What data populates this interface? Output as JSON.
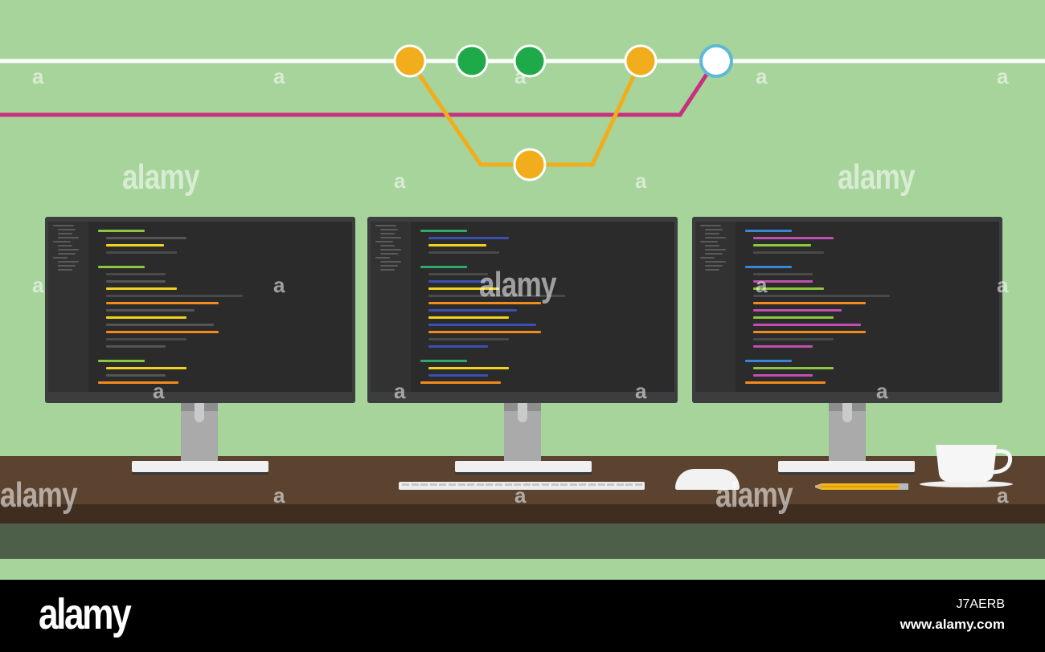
{
  "watermarks": {
    "brand": "alamy",
    "small": "a"
  },
  "footer": {
    "logo": "alamy",
    "image_id": "J7AERB",
    "url": "www.alamy.com"
  },
  "colors": {
    "background": "#a6d49b",
    "main_branch": "#ffffff",
    "feature_branch": "#c8307f",
    "merge_branch": "#f2ad1c",
    "commit_yellow": "#f2ad1c",
    "commit_green": "#1faa4a",
    "commit_head": "#ffffff",
    "head_ring": "#5fb8d6",
    "desk": "#5b4330",
    "screen": "#2b2b2b"
  },
  "commits": [
    {
      "branch": "main",
      "color": "yellow"
    },
    {
      "branch": "main",
      "color": "green"
    },
    {
      "branch": "main",
      "color": "green"
    },
    {
      "branch": "main",
      "color": "yellow"
    },
    {
      "branch": "main",
      "color": "head"
    },
    {
      "branch": "merge",
      "color": "yellow"
    }
  ],
  "icons": [
    "git-branch-graph-icon",
    "monitor-icon",
    "keyboard-icon",
    "mouse-icon",
    "pencil-icon",
    "coffee-cup-icon"
  ]
}
